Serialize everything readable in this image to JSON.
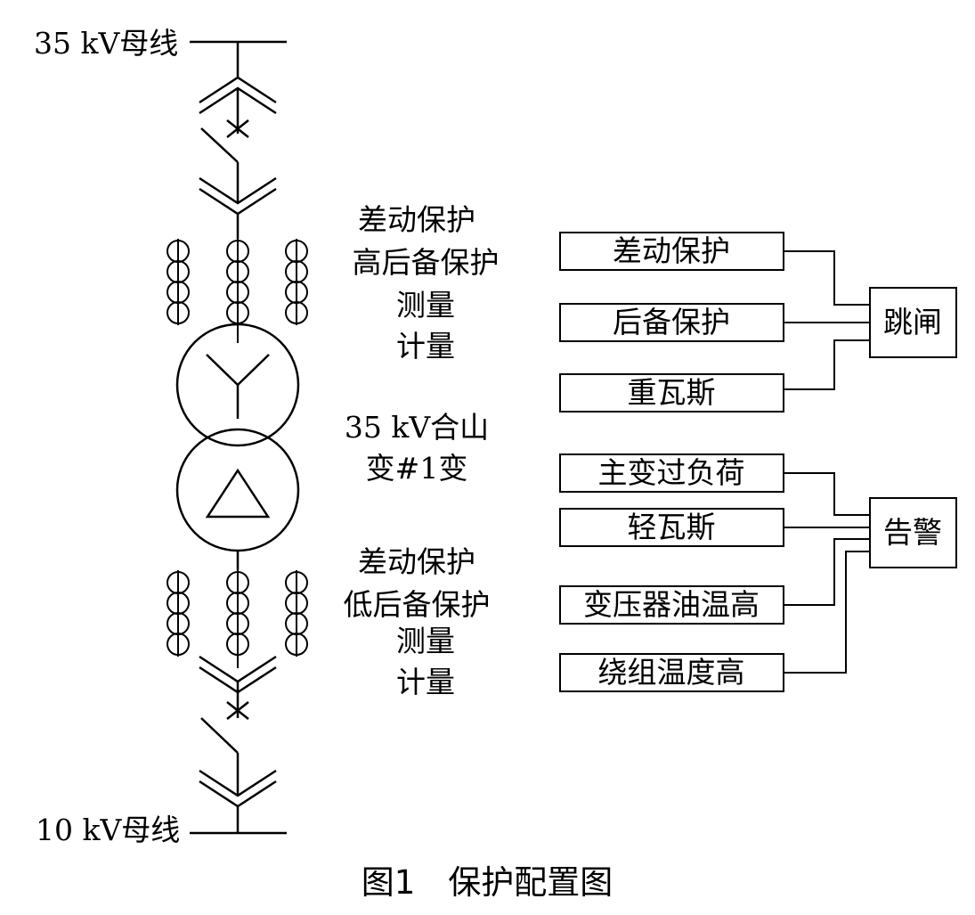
{
  "busbars": {
    "top_label": "35 kV母线",
    "bottom_label": "10 kV母线"
  },
  "transformer": {
    "name_line1": "35 kV合山",
    "name_line2": "变#1变"
  },
  "high_side_ct_functions": [
    "差动保护",
    "高后备保护",
    "测量",
    "计量"
  ],
  "low_side_ct_functions": [
    "差动保护",
    "低后备保护",
    "测量",
    "计量"
  ],
  "trip_group": {
    "inputs": [
      "差动保护",
      "后备保护",
      "重瓦斯"
    ],
    "output": "跳闸"
  },
  "alarm_group": {
    "inputs": [
      "主变过负荷",
      "轻瓦斯",
      "变压器油温高",
      "绕组温度高"
    ],
    "output": "告警"
  },
  "caption": "图1　保护配置图"
}
